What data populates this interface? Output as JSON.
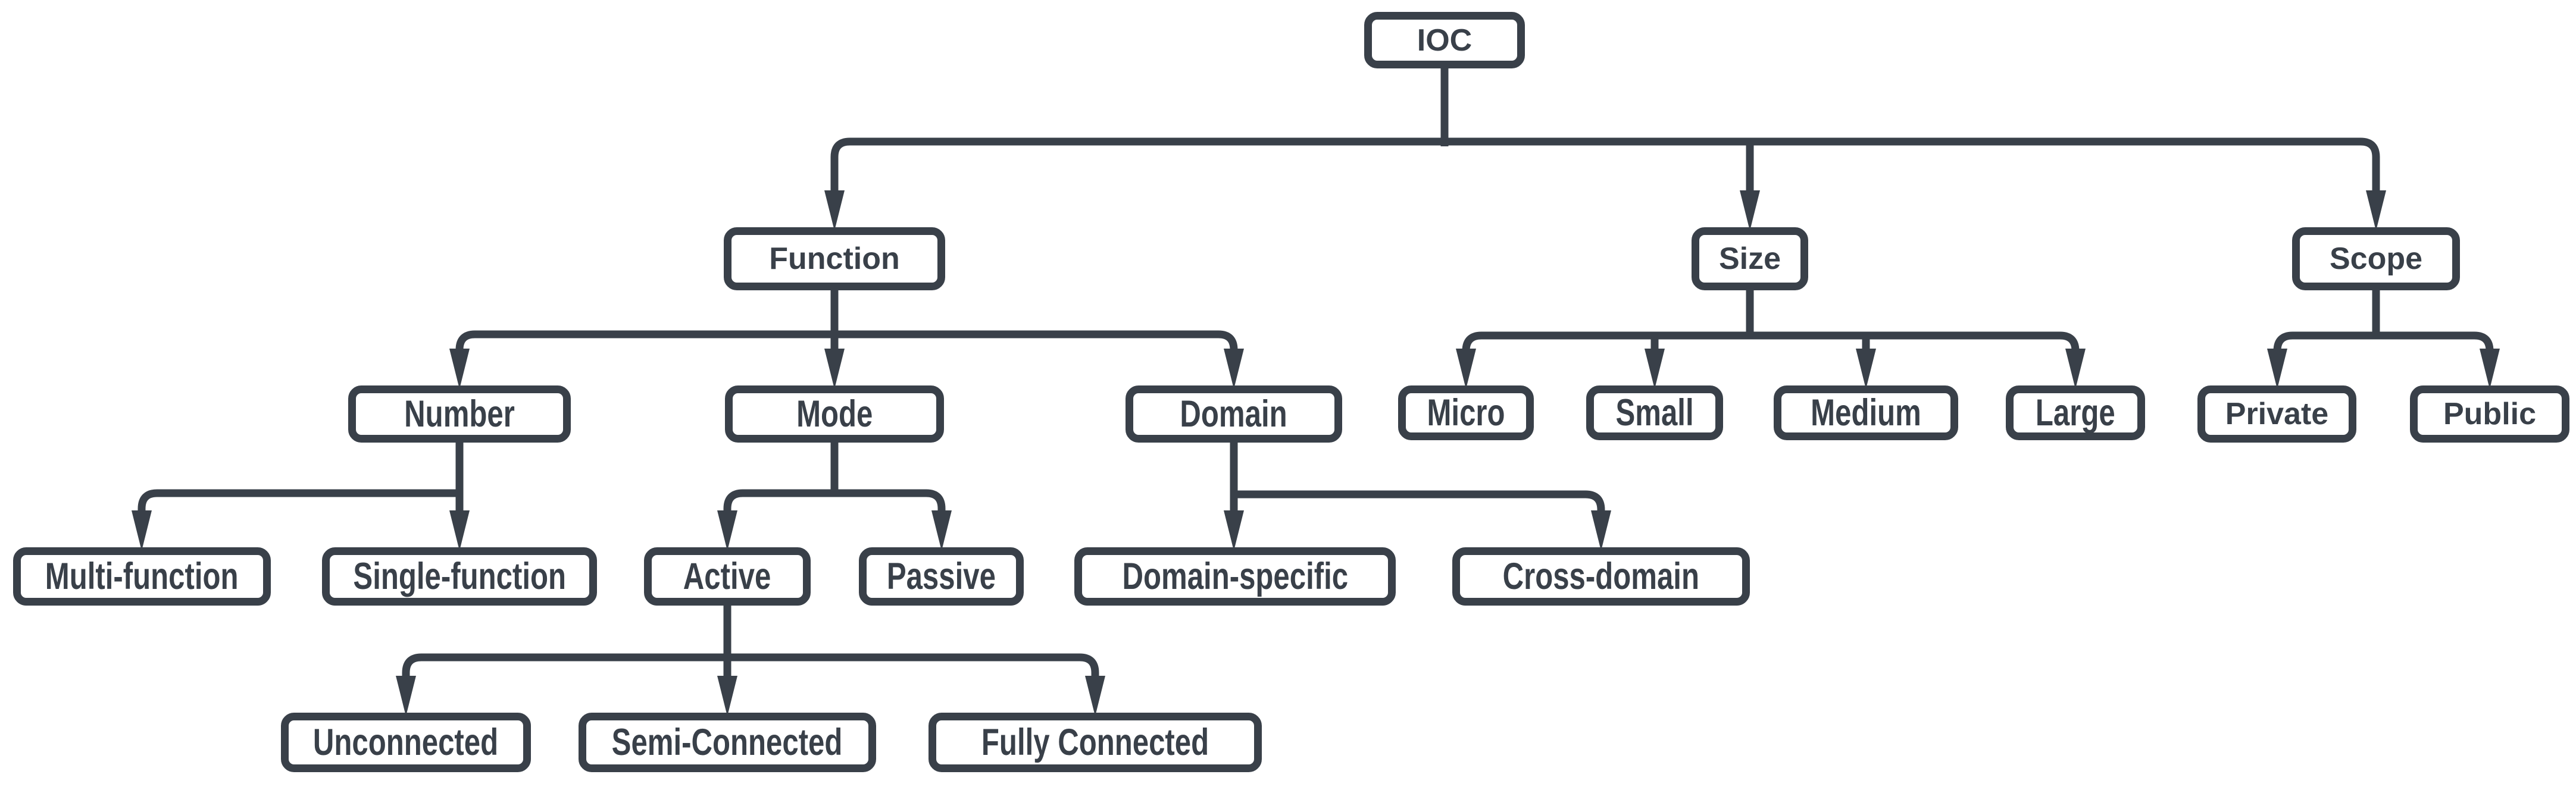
{
  "diagram": {
    "title": "IOC classification tree",
    "colors": {
      "stroke": "#394049",
      "node_fill": "#ffffff",
      "background": "#ffffff"
    },
    "nodes": {
      "ioc": {
        "label": "IOC"
      },
      "function": {
        "label": "Function"
      },
      "size": {
        "label": "Size"
      },
      "scope": {
        "label": "Scope"
      },
      "number": {
        "label": "Number"
      },
      "mode": {
        "label": "Mode"
      },
      "domain": {
        "label": "Domain"
      },
      "micro": {
        "label": "Micro"
      },
      "small": {
        "label": "Small"
      },
      "medium": {
        "label": "Medium"
      },
      "large": {
        "label": "Large"
      },
      "private": {
        "label": "Private"
      },
      "public": {
        "label": "Public"
      },
      "multi_function": {
        "label": "Multi-function"
      },
      "single_function": {
        "label": "Single-function"
      },
      "active": {
        "label": "Active"
      },
      "passive": {
        "label": "Passive"
      },
      "domain_specific": {
        "label": "Domain-specific"
      },
      "cross_domain": {
        "label": "Cross-domain"
      },
      "unconnected": {
        "label": "Unconnected"
      },
      "semi_connected": {
        "label": "Semi-Connected"
      },
      "fully_connected": {
        "label": "Fully Connected"
      }
    },
    "hierarchy": {
      "IOC": [
        "Function",
        "Size",
        "Scope"
      ],
      "Function": [
        "Number",
        "Mode",
        "Domain"
      ],
      "Size": [
        "Micro",
        "Small",
        "Medium",
        "Large"
      ],
      "Scope": [
        "Private",
        "Public"
      ],
      "Number": [
        "Multi-function",
        "Single-function"
      ],
      "Mode": [
        "Active",
        "Passive"
      ],
      "Domain": [
        "Domain-specific",
        "Cross-domain"
      ],
      "Active": [
        "Unconnected",
        "Semi-Connected",
        "Fully Connected"
      ]
    }
  }
}
